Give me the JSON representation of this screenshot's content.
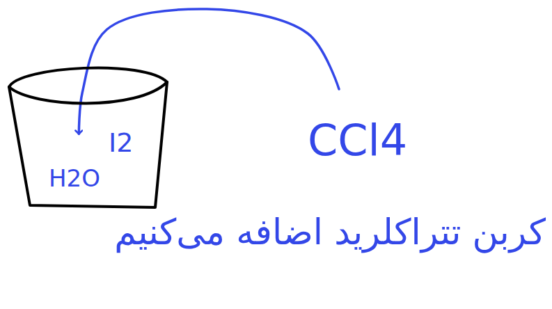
{
  "diagram": {
    "nodes": [
      {
        "text": [
          "I2",
          "H2O"
        ]
      },
      {
        "text": [
          "CCl4",
          "کربن تتراکلرید اضافه می‌کنیم"
        ]
      }
    ],
    "edges": [
      {
        "from": 1,
        "to": 0,
        "arrow": "to"
      }
    ]
  }
}
